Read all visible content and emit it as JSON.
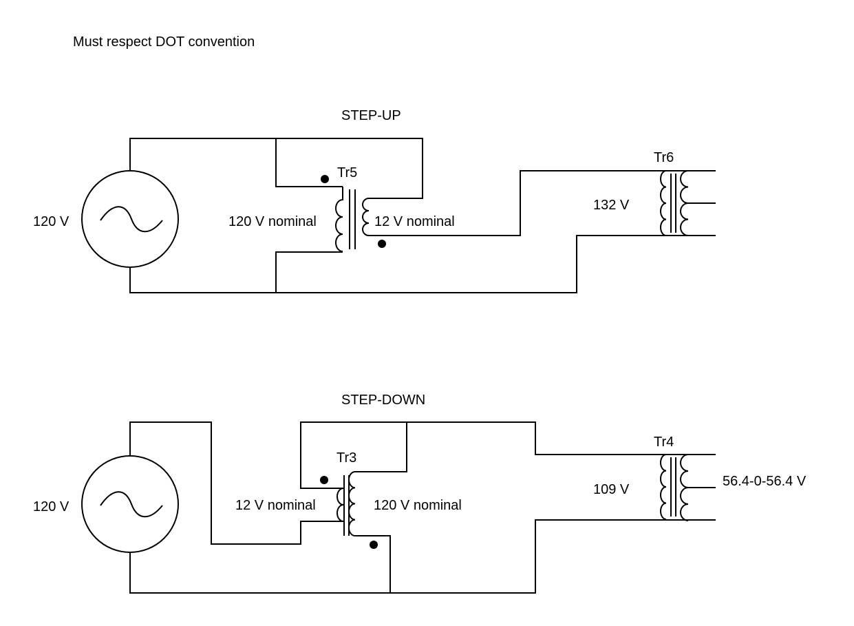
{
  "note": "Must respect DOT convention",
  "step_up": {
    "title": "STEP-UP",
    "source_voltage": "120 V",
    "autotransformer": {
      "name": "Tr5",
      "primary_label": "120 V nominal",
      "secondary_label": "12 V nominal"
    },
    "load_transformer": {
      "name": "Tr6",
      "primary_label": "132 V"
    }
  },
  "step_down": {
    "title": "STEP-DOWN",
    "source_voltage": "120 V",
    "autotransformer": {
      "name": "Tr3",
      "primary_label": "12 V nominal",
      "secondary_label": "120 V nominal"
    },
    "load_transformer": {
      "name": "Tr4",
      "primary_label": "109 V",
      "secondary_label": "56.4-0-56.4 V"
    }
  }
}
